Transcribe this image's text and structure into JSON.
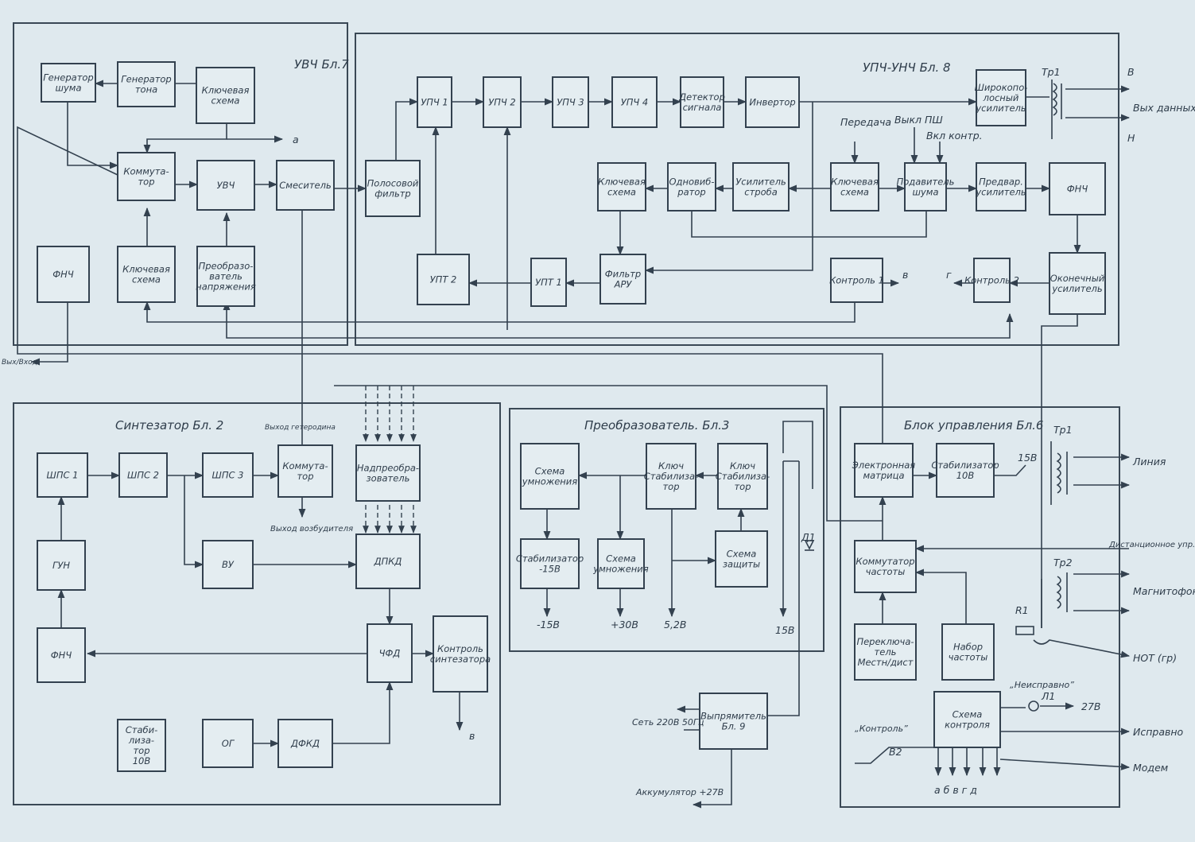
{
  "sections": {
    "uvch": "УВЧ Бл.7",
    "upch": "УПЧ-УНЧ  Бл. 8",
    "synth": "Синтезатор  Бл. 2",
    "conv": "Преобразователь. Бл.3",
    "ctrl": "Блок управления Бл.6"
  },
  "blocks": [
    {
      "id": "gen_noise",
      "lines": [
        "Генератор",
        "шума"
      ]
    },
    {
      "id": "gen_tone",
      "lines": [
        "Генератор",
        "тона"
      ]
    },
    {
      "id": "key1",
      "lines": [
        "Ключевая",
        "схема"
      ]
    },
    {
      "id": "commut1",
      "lines": [
        "Коммута-",
        "тор"
      ]
    },
    {
      "id": "uvch",
      "lines": [
        "УВЧ"
      ]
    },
    {
      "id": "mixer",
      "lines": [
        "Смеситель"
      ]
    },
    {
      "id": "fnch1",
      "lines": [
        "ФНЧ"
      ]
    },
    {
      "id": "key2",
      "lines": [
        "Ключевая",
        "схема"
      ]
    },
    {
      "id": "conv_v",
      "lines": [
        "Преобразо-",
        "ватель",
        "напряжения"
      ]
    },
    {
      "id": "bpf",
      "lines": [
        "Полосовой",
        "фильтр"
      ]
    },
    {
      "id": "upch1",
      "lines": [
        "УПЧ 1"
      ]
    },
    {
      "id": "upch2",
      "lines": [
        "УПЧ 2"
      ]
    },
    {
      "id": "upch3",
      "lines": [
        "УПЧ 3"
      ]
    },
    {
      "id": "upch4",
      "lines": [
        "УПЧ 4"
      ]
    },
    {
      "id": "det",
      "lines": [
        "Детектор",
        "сигнала"
      ]
    },
    {
      "id": "inv",
      "lines": [
        "Инвертор"
      ]
    },
    {
      "id": "wba",
      "lines": [
        "Широкопо-",
        "лосный",
        "усилитель"
      ]
    },
    {
      "id": "key3",
      "lines": [
        "Ключевая",
        "схема"
      ]
    },
    {
      "id": "oneshot",
      "lines": [
        "Одновиб-",
        "ратор"
      ]
    },
    {
      "id": "strobe",
      "lines": [
        "Усилитель",
        "строба"
      ]
    },
    {
      "id": "key4",
      "lines": [
        "Ключевая",
        "схема"
      ]
    },
    {
      "id": "nsupp",
      "lines": [
        "Подавитель",
        "шума"
      ]
    },
    {
      "id": "preamp",
      "lines": [
        "Предвар.",
        "усилитель"
      ]
    },
    {
      "id": "fnch2",
      "lines": [
        "ФНЧ"
      ]
    },
    {
      "id": "upt2",
      "lines": [
        "УПТ 2"
      ]
    },
    {
      "id": "upt1",
      "lines": [
        "УПТ 1"
      ]
    },
    {
      "id": "filt_aru",
      "lines": [
        "Фильтр",
        "АРУ"
      ]
    },
    {
      "id": "ctrl1",
      "lines": [
        "Контроль 1"
      ]
    },
    {
      "id": "ctrl2",
      "lines": [
        "Контроль 2"
      ]
    },
    {
      "id": "outamp",
      "lines": [
        "Оконечный",
        "усилитель"
      ]
    },
    {
      "id": "shps1",
      "lines": [
        "ШПС 1"
      ]
    },
    {
      "id": "shps2",
      "lines": [
        "ШПС 2"
      ]
    },
    {
      "id": "shps3",
      "lines": [
        "ШПС 3"
      ]
    },
    {
      "id": "commut2",
      "lines": [
        "Коммута-",
        "тор"
      ]
    },
    {
      "id": "nadpreob",
      "lines": [
        "Надпреобра-",
        "зователь"
      ]
    },
    {
      "id": "gun",
      "lines": [
        "ГУН"
      ]
    },
    {
      "id": "vu",
      "lines": [
        "ВУ"
      ]
    },
    {
      "id": "dpkd",
      "lines": [
        "ДПКД"
      ]
    },
    {
      "id": "fnch3",
      "lines": [
        "ФНЧ"
      ]
    },
    {
      "id": "chfd",
      "lines": [
        "ЧФД"
      ]
    },
    {
      "id": "ctrl_synth",
      "lines": [
        "Контроль",
        "синтезатора"
      ]
    },
    {
      "id": "stab10",
      "lines": [
        "Стаби-",
        "лиза-",
        "тор",
        "10В"
      ]
    },
    {
      "id": "og",
      "lines": [
        "ОГ"
      ]
    },
    {
      "id": "dfkd",
      "lines": [
        "ДФКД"
      ]
    },
    {
      "id": "mult1",
      "lines": [
        "Схема",
        "умножения"
      ]
    },
    {
      "id": "key_stab1",
      "lines": [
        "Ключ",
        "Стабилиза-",
        "тор"
      ]
    },
    {
      "id": "key_stab2",
      "lines": [
        "Ключ",
        "Стабилиза-",
        "тор"
      ]
    },
    {
      "id": "stab15",
      "lines": [
        "Стабилизатор",
        "-15В"
      ]
    },
    {
      "id": "mult2",
      "lines": [
        "Схема",
        "умножения"
      ]
    },
    {
      "id": "protect",
      "lines": [
        "Схема",
        "защиты"
      ]
    },
    {
      "id": "rect",
      "lines": [
        "Выпрямитель",
        "Бл. 9"
      ]
    },
    {
      "id": "ematrix",
      "lines": [
        "Электронная",
        "матрица"
      ]
    },
    {
      "id": "stab10b",
      "lines": [
        "Стабилизатор",
        "10В"
      ]
    },
    {
      "id": "fcommut",
      "lines": [
        "Коммутатор",
        "частоты"
      ]
    },
    {
      "id": "switch",
      "lines": [
        "Переключа-",
        "тель",
        "Местн/дист"
      ]
    },
    {
      "id": "fset",
      "lines": [
        "Набор",
        "частоты"
      ]
    },
    {
      "id": "ctrl_sch",
      "lines": [
        "Схема",
        "контроля"
      ]
    }
  ],
  "labels": {
    "a": "а",
    "v": "в",
    "g": "г",
    "b8": "в",
    "out_data": "Вых данных",
    "B": "В",
    "H": "Н",
    "tr1a": "Тр1",
    "peredacha": "Передача",
    "vykl_psh": "Выкл ПШ",
    "vkl_kontr": "Вкл контр.",
    "vh_vyh": "Вых/Вход",
    "vyhod_geter": "Выход гетеродина",
    "vyhod_vozb": "Выход возбудителя",
    "v_15": "-15В",
    "v_30": "+30В",
    "v_52": "5,2В",
    "v_15b": "15В",
    "d1": "Д1",
    "set": "Сеть 220В 50Гц",
    "akk": "Аккумулятор +27В",
    "v15b2": "15В",
    "liniya": "Линия",
    "tr1b": "Тр1",
    "dist": "Дистанционное упр. частотой",
    "tr2": "Тр2",
    "magnitofon": "Магнитофон",
    "r1": "R1",
    "not": "НОТ (гр)",
    "neispravno": "„Неисправно”",
    "l1": "Л1",
    "v27": "27В",
    "kontrol": "„Контроль”",
    "b2": "В2",
    "ispravno": "Исправно",
    "modem": "Модем",
    "abvgd": "а   б   в   г   д"
  }
}
